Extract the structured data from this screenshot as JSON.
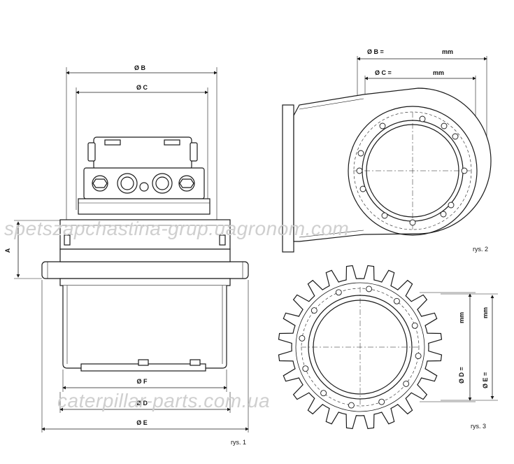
{
  "figure1": {
    "caption": "rys. 1",
    "labels": {
      "B": "Ø B",
      "C": "Ø C",
      "A": "A",
      "F": "Ø F",
      "D": "Ø D",
      "E": "Ø E"
    }
  },
  "figure2": {
    "caption": "rys. 2",
    "label_B": "Ø B =",
    "unit_B": "mm",
    "label_C": "Ø C =",
    "unit_C": "mm"
  },
  "figure3": {
    "caption": "rys. 3",
    "label_D": "Ø D =",
    "unit_D": "mm",
    "label_E": "Ø E =",
    "unit_E": "mm"
  },
  "watermarks": {
    "top": "spetszapchastina-grup.uagronom.com",
    "bottom": "caterpillar-parts.com.ua"
  },
  "colors": {
    "line": "#1a1a1a",
    "fill": "#ffffff",
    "watermark": "#cfcfcf"
  }
}
